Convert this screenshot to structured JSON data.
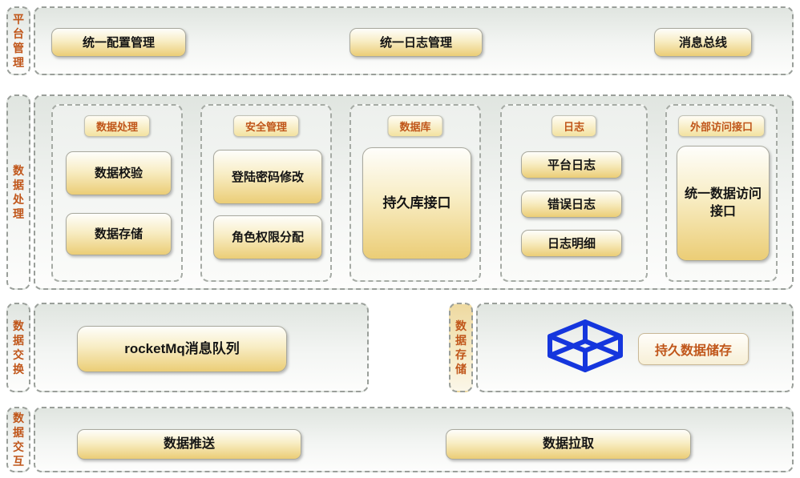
{
  "colors": {
    "label_orange": "#c0561a",
    "icon_blue": "#1536dd",
    "button_gold": "#ebcd76"
  },
  "platform": {
    "label": "平台管理",
    "items": [
      "统一配置管理",
      "统一日志管理",
      "消息总线"
    ]
  },
  "processing": {
    "label": "数据处理",
    "groups": [
      {
        "title": "数据处理",
        "items": [
          "数据校验",
          "数据存储"
        ]
      },
      {
        "title": "安全管理",
        "items": [
          "登陆密码修改",
          "角色权限分配"
        ]
      },
      {
        "title": "数据库",
        "items": [
          "持久库接口"
        ]
      },
      {
        "title": "日志",
        "items": [
          "平台日志",
          "错误日志",
          "日志明细"
        ]
      },
      {
        "title": "外部访问接口",
        "items": [
          "统一数据访问接口"
        ]
      }
    ]
  },
  "exchange": {
    "label": "数据交换",
    "items": [
      "rocketMq消息队列"
    ]
  },
  "storage": {
    "label": "数据存储",
    "icon": "3d-box-icon",
    "items": [
      "持久数据储存"
    ]
  },
  "interaction": {
    "label": "数据交互",
    "items": [
      "数据推送",
      "数据拉取"
    ]
  }
}
